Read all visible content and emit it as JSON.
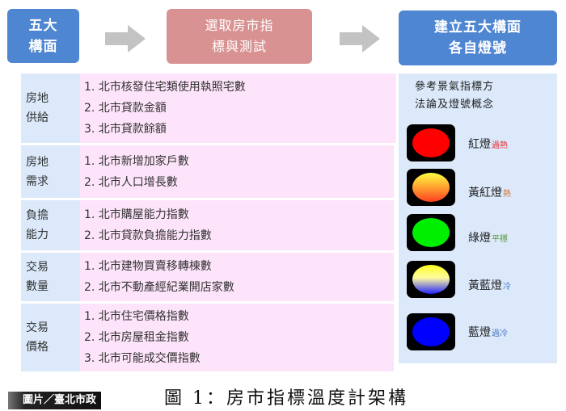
{
  "header": {
    "step1": {
      "line1": "五大",
      "line2": "構面"
    },
    "step2": {
      "line1": "選取房市指",
      "line2": "標與測試"
    },
    "step3": {
      "line1": "建立五大構面",
      "line2": "各自燈號"
    }
  },
  "facets": [
    {
      "label_line1": "房地",
      "label_line2": "供給",
      "items": [
        "1. 北市核發住宅類使用執照宅數",
        "2. 北市貸款金額",
        "3. 北市貸款餘額"
      ]
    },
    {
      "label_line1": "房地",
      "label_line2": "需求",
      "items": [
        "1. 北市新增加家戶數",
        "2. 北市人口增長數"
      ]
    },
    {
      "label_line1": "負擔",
      "label_line2": "能力",
      "items": [
        "1. 北市購屋能力指數",
        "2. 北市貸款負擔能力指數"
      ]
    },
    {
      "label_line1": "交易",
      "label_line2": "數量",
      "items": [
        "1. 北市建物買賣移轉棟數",
        "2. 北市不動產經紀業開店家數"
      ]
    },
    {
      "label_line1": "交易",
      "label_line2": "價格",
      "items": [
        "1. 北市住宅價格指數",
        "2. 北市房屋租金指數",
        "3. 北市可能成交價指數"
      ]
    }
  ],
  "legend": {
    "title_line1": "參考景氣指標方",
    "title_line2": "法論及燈號概念",
    "lights": [
      {
        "name": "紅燈",
        "meaning": "過熱",
        "meaning_color": "#e8262b",
        "bulb": "#ff0000"
      },
      {
        "name": "黃紅燈",
        "meaning": "熱",
        "meaning_color": "#d2691e",
        "bulb": "linear-gradient(to bottom, #ffff40, #ff4020)"
      },
      {
        "name": "綠燈",
        "meaning": "平穩",
        "meaning_color": "#5a9a3a",
        "bulb": "#00ee00"
      },
      {
        "name": "黃藍燈",
        "meaning": "冷",
        "meaning_color": "#4a7ac0",
        "bulb": "linear-gradient(to bottom, #ffff20 0%, #fffaa0 45%, #2020ff 100%)"
      },
      {
        "name": "藍燈",
        "meaning": "過冷",
        "meaning_color": "#4a7ac0",
        "bulb": "#0000ff"
      }
    ]
  },
  "footer": {
    "credit": "圖片／臺北市政府",
    "caption": "圖 1：房市指標溫度計架構"
  },
  "colors": {
    "header_blue": "#4f86d1",
    "header_pink": "#d99292",
    "arrow_gray": "#c3c3c3",
    "label_bg": "#dbe9fb",
    "items_bg": "#fde4fa"
  }
}
